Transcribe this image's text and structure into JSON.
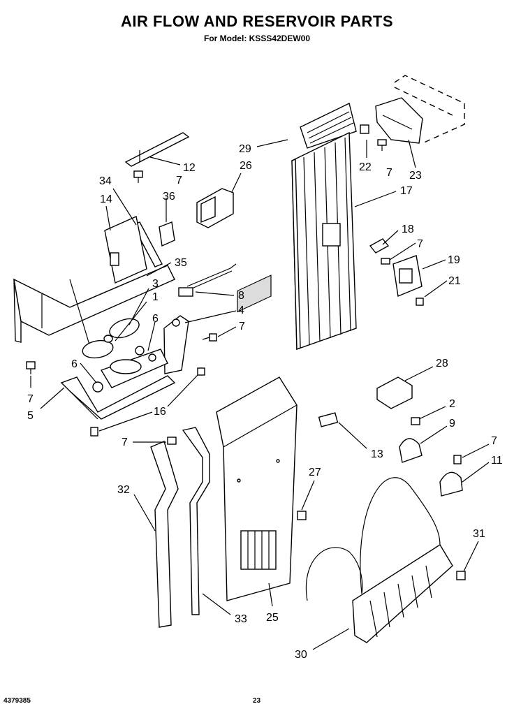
{
  "header": {
    "title": "AIR FLOW AND RESERVOIR PARTS",
    "subtitle": "For Model: KSSS42DEW00"
  },
  "footer": {
    "part_number": "4379385",
    "page": "23"
  },
  "callouts": {
    "c29": "29",
    "c22": "22",
    "c7a": "7",
    "c23": "23",
    "c17": "17",
    "c12": "12",
    "c7b": "7",
    "c26": "26",
    "c34": "34",
    "c36": "36",
    "c14": "14",
    "c18": "18",
    "c7c": "7",
    "c19": "19",
    "c21": "21",
    "c35": "35",
    "c3": "3",
    "c1": "1",
    "c8": "8",
    "c4": "4",
    "c6a": "6",
    "c7d": "7",
    "c6b": "6",
    "c7e": "7",
    "c5": "5",
    "c16": "16",
    "c28": "28",
    "c2": "2",
    "c9": "9",
    "c13": "13",
    "c7f": "7",
    "c11": "11",
    "c7g": "7",
    "c32": "32",
    "c27": "27",
    "c31": "31",
    "c33": "33",
    "c25": "25",
    "c30": "30"
  }
}
